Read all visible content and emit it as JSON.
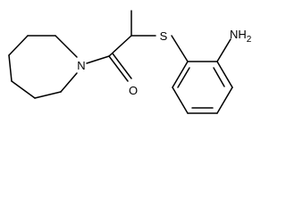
{
  "molecule": {
    "atoms": {
      "amine_n": "N",
      "carbonyl_o": "O",
      "sulfur": "S",
      "amino": "NH",
      "amino_subscript": "2"
    },
    "colors": {
      "bond": "#000000",
      "label": "#000000",
      "background": "#ffffff"
    }
  }
}
